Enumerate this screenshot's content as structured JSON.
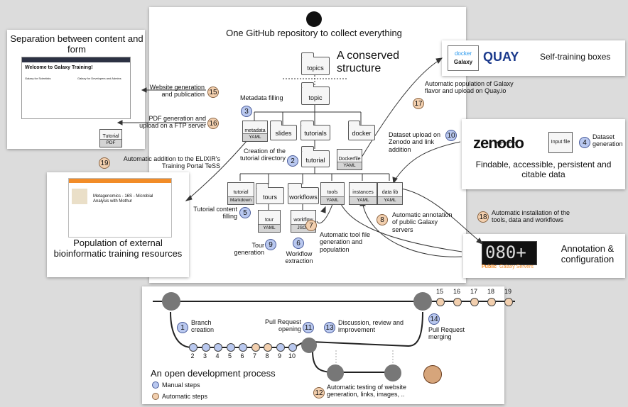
{
  "center": {
    "title": "One GitHub repository to collect everything",
    "conserved": "A conserved structure",
    "folders": {
      "topics": "topics",
      "topic": "topic",
      "slides": "slides",
      "tutorials": "tutorials",
      "docker": "docker",
      "tutorial": "tutorial",
      "tours": "tours",
      "workflows": "workflows"
    },
    "files": {
      "metadata": "metadata",
      "metadata_t": "YAML",
      "dockerfile": "Dockerfile",
      "dockerfile_t": "YAML",
      "tut_md": "tutorial",
      "tut_md_t": "Markdown",
      "tools": "tools",
      "tools_t": "YAML",
      "instances": "instances",
      "instances_t": "YAML",
      "datalib": "data lib",
      "datalib_t": "YAML",
      "tour": "tour",
      "tour_t": "YAML",
      "workflow": "workflow",
      "workflow_t": "JSON"
    },
    "labels": {
      "metadata_filling": "Metadata filling",
      "creation": "Creation of the tutorial directory",
      "content_filling": "Tutorial content filling",
      "tour_gen": "Tour generation",
      "wf_ext": "Workflow extraction",
      "tool_gen": "Automatic tool file generation and population",
      "annot": "Automatic annotation of public Galaxy servers",
      "website": "Website generation and publication",
      "pdf": "PDF generation and upload on a FTP server",
      "tess": "Automatic addition to the ELIXIR's Training Portal TeSS",
      "docker_pop": "Automatic population of Galaxy flavor and upload on Quay.io",
      "zenodo_up": "Dataset upload on Zenodo and link addition",
      "dataset_gen": "Dataset generation",
      "install": "Automatic installation of the tools, data and workflows"
    }
  },
  "separation": {
    "title": "Separation between content and form",
    "site_title": "Welcome to Galaxy Training!",
    "col1": "Galaxy for Scientists",
    "col2": "Galaxy for Developers and Admins",
    "pdf_label": "Tutorial",
    "pdf_tag": "PDF"
  },
  "population": {
    "title": "Population of external bioinformatic training resources",
    "article_title": "Metagenomics - 16S - Microbial Analysis with Mothur"
  },
  "boxes": {
    "docker": "docker",
    "galaxy": "Galaxy",
    "quay": "QUAY",
    "title": "Self-training boxes"
  },
  "zenodo": {
    "logo": "zenodo",
    "input": "Input file",
    "title": "Findable, accessible, persistent and citable data"
  },
  "annotation": {
    "title": "Annotation & configuration",
    "counter": "080+",
    "public": "Public",
    "servers": "Galaxy Servers"
  },
  "process": {
    "title": "An open development process",
    "legend_manual": "Manual steps",
    "legend_auto": "Automatic steps",
    "branch": "Branch creation",
    "pr_open": "Pull Request opening",
    "discussion": "Discussion, review and improvement",
    "pr_merge": "Pull Request merging",
    "testing": "Automatic testing of website generation, links, images, ..",
    "commit_nums": [
      "2",
      "3",
      "4",
      "5",
      "6",
      "7",
      "8",
      "9",
      "10"
    ],
    "post_nums": [
      "15",
      "16",
      "17",
      "18",
      "19"
    ]
  },
  "steps": {
    "s1": "1",
    "s2": "2",
    "s3": "3",
    "s4": "4",
    "s5": "5",
    "s6": "6",
    "s7": "7",
    "s8": "8",
    "s9": "9",
    "s10": "10",
    "s11": "11",
    "s12": "12",
    "s13": "13",
    "s14": "14",
    "s15": "15",
    "s16": "16",
    "s17": "17",
    "s18": "18",
    "s19": "19"
  },
  "colors": {
    "manual": "#b9c8ef",
    "automatic": "#f2cfae",
    "accent": "#f28c28"
  }
}
